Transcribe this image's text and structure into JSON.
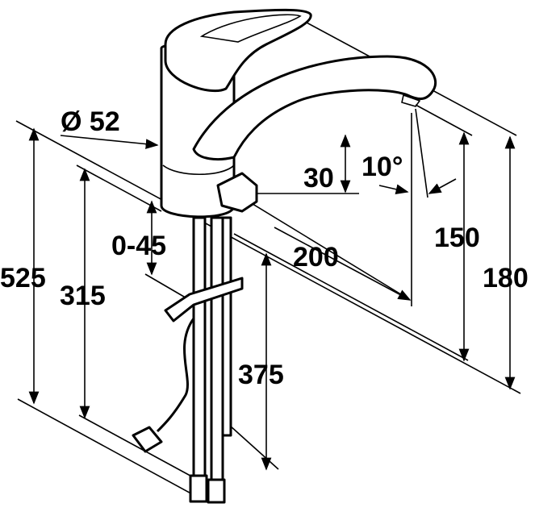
{
  "drawing": {
    "labels": {
      "diameter": "Ø 52",
      "lever_height": "30",
      "angle": "10°",
      "mount_range": "0-45",
      "spout_reach": "200",
      "spout_height": "150",
      "total_height_top": "180",
      "overall_length": "525",
      "hose_length": "315",
      "pipe_length": "375"
    }
  }
}
